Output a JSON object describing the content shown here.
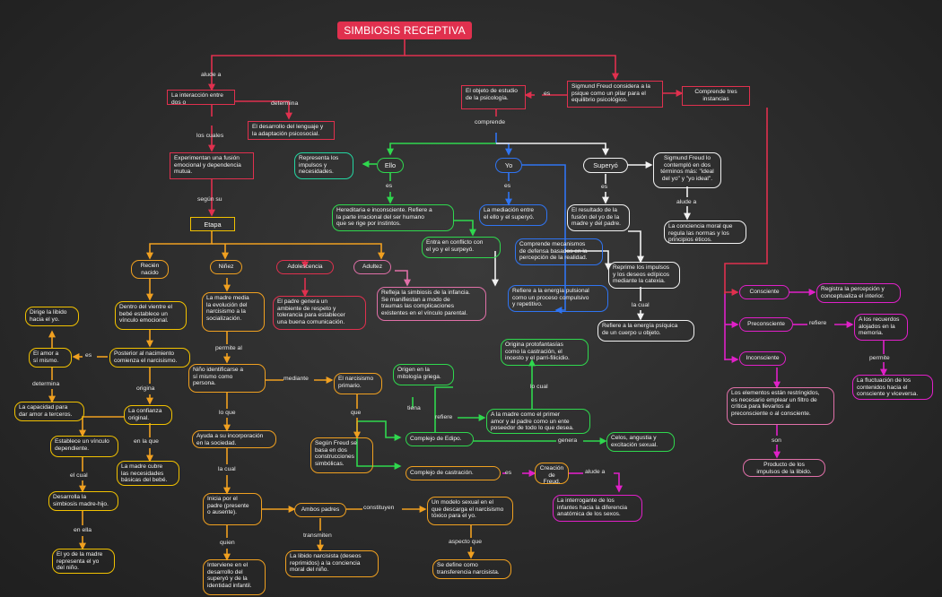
{
  "title": "SIMBIOSIS RECEPTIVA",
  "labels": {
    "alude_a": "alude a",
    "determina": "determina",
    "los_cuales": "los cuales",
    "segun_su": "según su",
    "es_top": "es",
    "comprende": "comprende",
    "es_ello": "es",
    "es_yo": "es",
    "es_superyo": "es",
    "alude_a_superyo": "alude a",
    "la_cual_superyo": "la cual",
    "refiere_pre": "refiere",
    "permite_mag": "permite",
    "son": "son",
    "es_dentro": "es",
    "origina": "origina",
    "determina2": "determina",
    "en_la_que": "en la que",
    "el_cual": "el cual",
    "en_ella": "en ella",
    "permite_al": "permite al",
    "mediante": "mediante",
    "lo_que_ninez": "lo que",
    "la_cual_ninez": "la cual",
    "quien": "quien",
    "que_narc": "que",
    "tiena": "tiena",
    "refiere_edipo": "refiere",
    "lo_cual": "lo cual",
    "genera": "genera",
    "es_castr": "es",
    "alude_a_freud": "alude a",
    "constituyen": "constituyen",
    "transmiten": "transmiten",
    "aspecto_que": "aspecto que"
  },
  "nodes": {
    "interaccion": "La interacción entre dos o\nmás organismos biológicos.",
    "desarrollo_lenguaje": "El desarrollo del lenguaje y\nla adaptación psicosocial.",
    "experimentan": "Experimentan una fusión\nemocional y dependencia\nmutua.",
    "etapa": "Etapa",
    "objeto_estudio": "El objeto de estudio\nde la psicología.",
    "freud_psique": "Sigmund Freud considera a la\npsique como un pilar para el\nequilibrio psicológico.",
    "comprende_tres": "Comprende tres\ninstancias",
    "ello": "Ello",
    "yo": "Yo",
    "superyo": "Superyó",
    "representa_impulsos": "Representa los\nimpulsos y\nnecesidades.",
    "freud_superyo": "Sigmund Freud lo\ncontempló en dos\ntérminos más: \"ideal\ndel yo\" y \"yo ideal\".",
    "hereditaria": "Hereditaria e inconsciente. Refiere a\nla parte irracional del ser humano\nque se rige por instintos.",
    "mediacion": "La mediación entre\nel ello y el superyó.",
    "resultado_fusion": "El resultado de la\nfusión del yo de la\nmadre y del padre.",
    "conciencia_moral": "La conciencia moral que\nregula las normas y los\nprincipios éticos.",
    "entra_conflicto": "Entra en conflicto con\nel yo y el surpeyó.",
    "comprende_mecanismos": "Comprende mecanismos\nde defensa basados en la\npercepción de la realidad.",
    "reprime_impulsos": "Reprime los impulsos\ny los deseos edípicos\nmediante la catexia.",
    "energia_pulsional": "Refiere a la energía pulsional\ncomo un proceso compulsivo\ny repetitivo.",
    "energia_psiquica": "Refiere a la energía psíquica\nde un cuerpo u objeto.",
    "consciente": "Consciente",
    "registra_percepcion": "Registra la percepción y\nconceptualiza el interior.",
    "preconsciente": "Preconsciente",
    "recuerdos": "A los recuerdos\nalojados en la\nmemoria.",
    "inconsciente": "Inconsciente",
    "fluctuacion": "La fluctuación de los\ncontenidos hacia el\nconsciente y viceversa.",
    "elementos_restringidos": "Los elementos están restringidos,\nes necesario emplear un filtro de\ncrítica para llevarlos al\npreconsciente o al consciente.",
    "producto_libido": "Producto de los\nimpulsos de la libido.",
    "recien_nacido": "Recién\nnacido",
    "ninez": "Niñez",
    "adolescencia": "Adolescencia",
    "adultez": "Adultez",
    "dentro_vientre": "Dentro del vientre el\nbebé establece un\nvínculo emocional.",
    "madre_media": "La madre media\nla evolución del\nnarcisismo a la\nsocialización.",
    "padre_genera": "El padre genera un\nambiente de respeto y\ntolerancia para establecer\nuna buena comunicación.",
    "refleja_simbiosis": "Refleja la simbiosis de la infancia.\nSe manifiestan a modo de\ntraumas las complicaciones\nexistentes en el vínculo parental.",
    "dirige_libido": "Dirige la libido\nhacia el yo.",
    "amor_si_mismo": "El amor a\nsí mismo.",
    "posterior_nacimiento": "Posterior al nacimiento\ncomienza el narcisismo.",
    "capacidad_para": "La capacidad para\ndar amor a terceros.",
    "confianza_original": "La confianza\noriginal.",
    "establece_vinculo": "Establece un vínculo\ndependiente.",
    "madre_cubre": "La madre cubre\nlas necesidades\nbásicas del bebé.",
    "desarrolla_simbiosis": "Desarrolla la\nsimbiosis madre-hijo.",
    "yo_madre": "El yo de la madre\nrepresenta el yo\ndel niño.",
    "nino_identificarse": "Niño identificarse a\nsí mismo como\npersona.",
    "narcisismo_primario": "El narcisismo\nprimario.",
    "ayuda_incorporacion": "Ayuda a su incorporación\nen la sociedad.",
    "inicia_padre": "Inicia por el\npadre (presente\no ausente).",
    "interviene_desarrollo": "Interviene en el\ndesarrollo del\nsuperyó y de la\nidentidad infantil.",
    "ambos_padres": "Ambos padres",
    "libido_narcisista": "La libido narcisista (deseos\nreprimidos) a la conciencia\nmoral del niño.",
    "segun_freud": "Según Freud se\nbasa en dos\nconstrucciones\nsimbólicas.",
    "origen_mitologia": "Origen en la\nmitología griega.",
    "origina_protofantasias": "Origina protofantasías\ncomo la castración, el\nincesto y el parri-filicidio.",
    "complejo_edipo": "Complejo de Edipo.",
    "madre_primer_amor": "A la madre como el primer\namor y al padre como un ente\nposeedor de todo lo que desea.",
    "celos_angustia": "Celos, angustia y\nexcitación sexual.",
    "complejo_castracion": "Complejo de castración.",
    "creacion_freud": "Creación\nde Freud.",
    "interrogante_infantes": "La interrogante de los\ninfantes hacia la diferencia\nanatómica de los sexos.",
    "modelo_sexual": "Un modelo sexual en el\nque descarga el narcisismo\ntóxico para el yo.",
    "transferencia": "Se define como\ntransferencia narcisista."
  }
}
